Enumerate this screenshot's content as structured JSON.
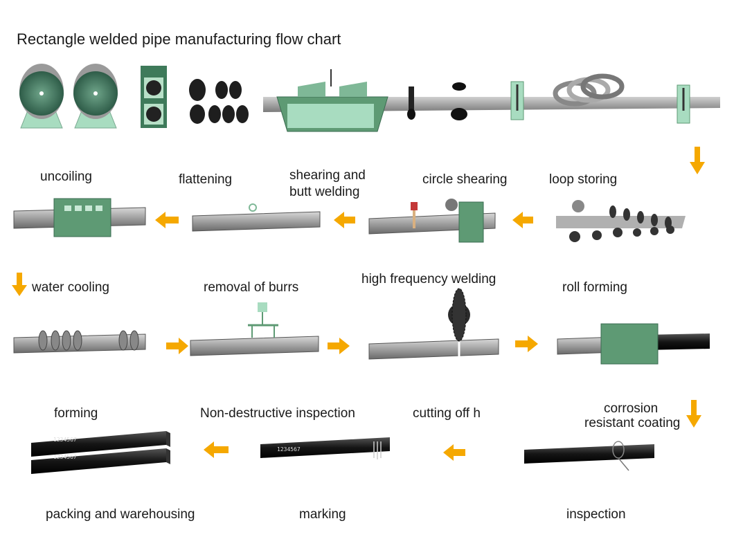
{
  "title": "Rectangle welded pipe manufacturing flow chart",
  "colors": {
    "arrow": "#f5a800",
    "machine_green": "#5e9a74",
    "pale_green": "#a8dcc0",
    "steel": "#8c8c8c",
    "pipe_black": "#1c1c1c"
  },
  "steps": {
    "uncoiling": "uncoiling",
    "flattening": "flattening",
    "shearing_line1": "shearing and",
    "shearing_line2": "butt welding",
    "circle_shearing": "circle shearing",
    "loop_storing": "loop storing",
    "water_cooling": "water cooling",
    "removal_of_burrs": "removal of burrs",
    "high_frequency_welding": "high frequency welding",
    "roll_forming": "roll forming",
    "forming": "forming",
    "non_destructive_inspection": "Non-destructive inspection",
    "cutting_off": "cutting off h",
    "corrosion_line1": "corrosion",
    "corrosion_line2": "resistant coating",
    "packing_and_warehousing": "packing and warehousing",
    "marking": "marking",
    "inspection": "inspection"
  },
  "pipe_marking": "1234567",
  "arrows": [
    {
      "id": "arrow-down-row1-right",
      "dir": "down"
    },
    {
      "id": "arrow-loop-to-circle",
      "dir": "left"
    },
    {
      "id": "arrow-circle-to-shearing",
      "dir": "left"
    },
    {
      "id": "arrow-flattening-to-uncoiling",
      "dir": "left"
    },
    {
      "id": "arrow-down-water-cooling",
      "dir": "down"
    },
    {
      "id": "arrow-cooling-to-burrs",
      "dir": "right"
    },
    {
      "id": "arrow-burrs-to-welding",
      "dir": "right"
    },
    {
      "id": "arrow-welding-to-rollforming",
      "dir": "right"
    },
    {
      "id": "arrow-down-coating",
      "dir": "down"
    },
    {
      "id": "arrow-coating-to-cutting",
      "dir": "left"
    },
    {
      "id": "arrow-nde-to-forming",
      "dir": "left"
    }
  ]
}
